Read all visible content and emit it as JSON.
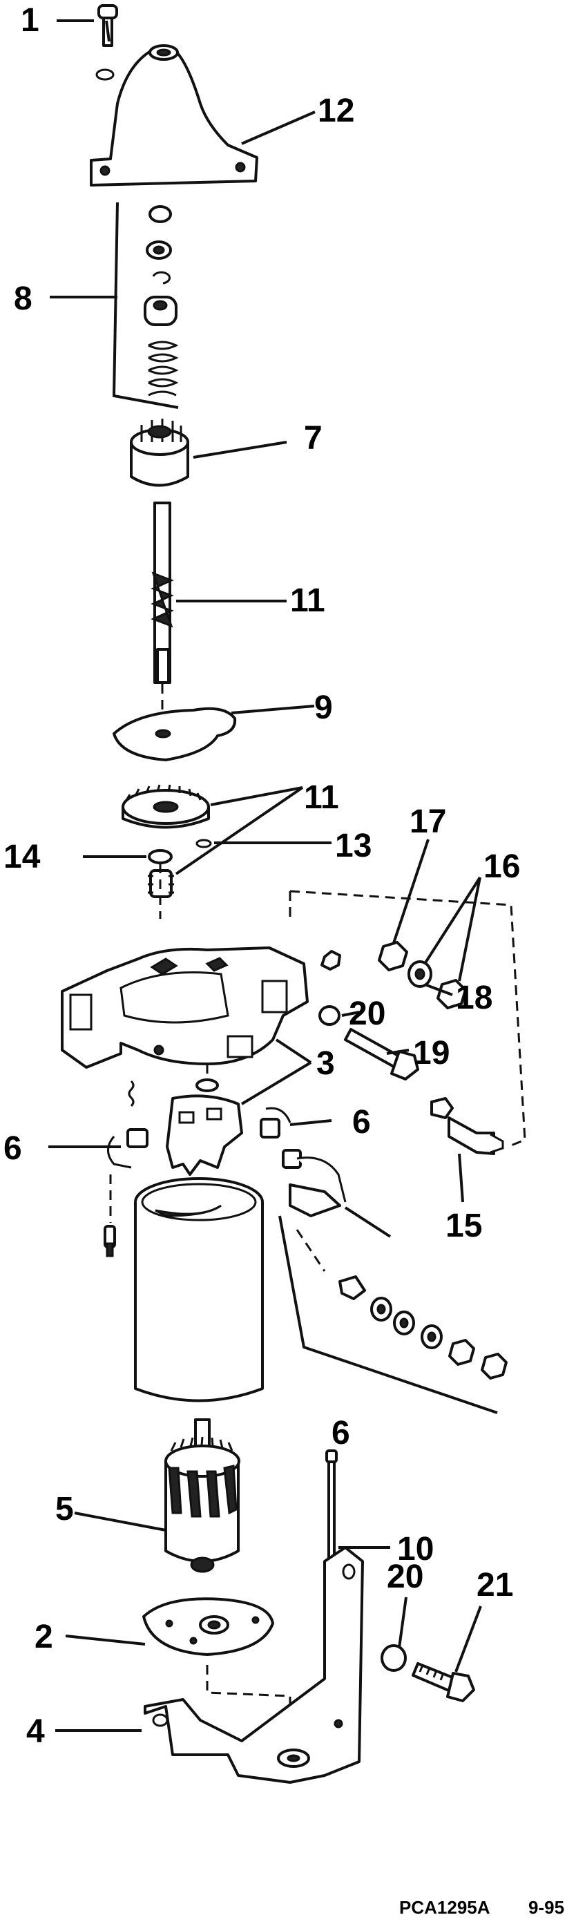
{
  "diagram": {
    "callouts": [
      "1",
      "12",
      "8",
      "7",
      "11",
      "9",
      "11",
      "13",
      "14",
      "17",
      "16",
      "20",
      "19",
      "18",
      "3",
      "6",
      "6",
      "15",
      "6",
      "5",
      "10",
      "2",
      "20",
      "21",
      "4"
    ],
    "footer": {
      "part_code": "PCA1295A",
      "date_code": "9-95"
    }
  }
}
